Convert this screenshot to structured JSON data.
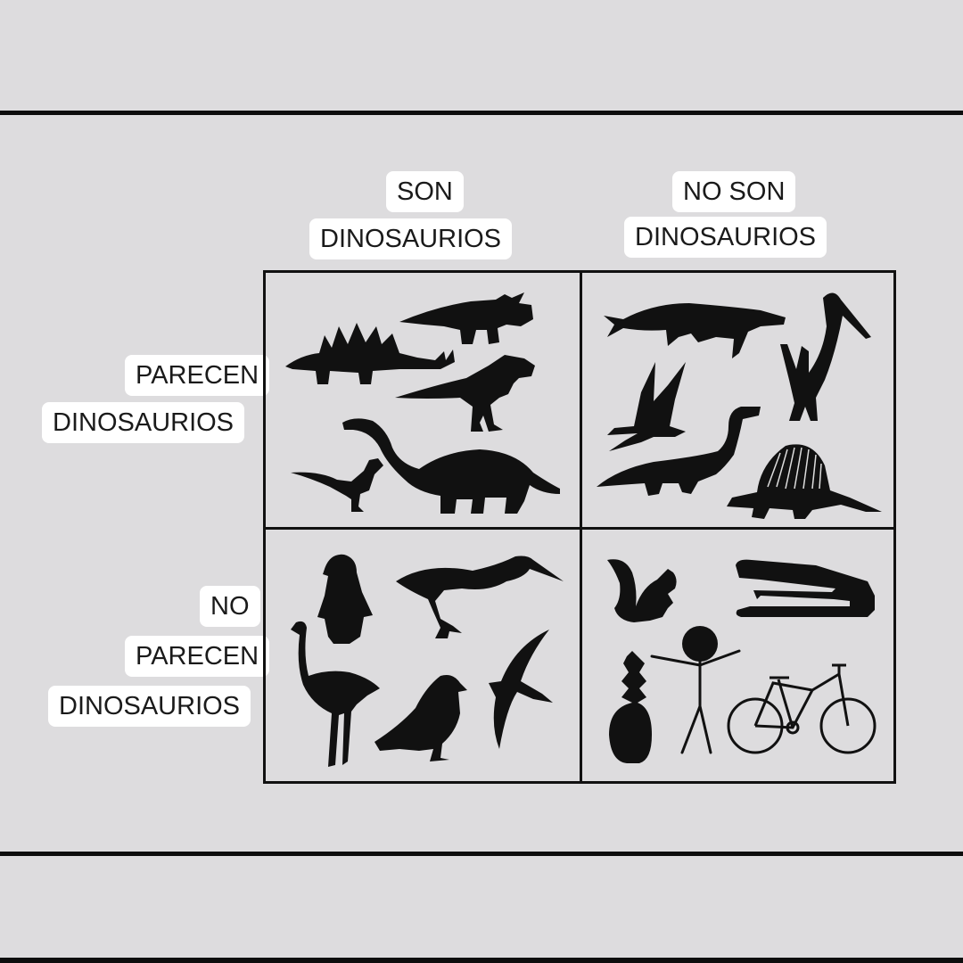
{
  "columns": [
    {
      "line1": "SON",
      "line2": "DINOSAURIOS"
    },
    {
      "line1": "NO SON",
      "line2": "DINOSAURIOS"
    }
  ],
  "rows": [
    {
      "line1": "PARECEN",
      "line2": "DINOSAURIOS"
    },
    {
      "line1": "NO",
      "line2": "PARECEN",
      "line3": "DINOSAURIOS"
    }
  ],
  "quadrants": {
    "top_left": {
      "items": [
        "stegosaurus",
        "triceratops",
        "tyrannosaurus",
        "velociraptor",
        "brachiosaurus"
      ]
    },
    "top_right": {
      "items": [
        "mosasaur",
        "quetzalcoatlus",
        "pteranodon",
        "plesiosaur",
        "dimetrodon"
      ]
    },
    "bottom_left": {
      "items": [
        "penguin",
        "heron",
        "ostrich",
        "pigeon",
        "seagull"
      ]
    },
    "bottom_right": {
      "items": [
        "squirrel",
        "stapler",
        "stick-figure",
        "pineapple",
        "bicycle"
      ]
    }
  },
  "colors": {
    "background": "#dddcde",
    "ink": "#111111",
    "label_bg": "#ffffff"
  },
  "chart_data": {
    "type": "table",
    "title": "",
    "columns": [
      "SON DINOSAURIOS",
      "NO SON DINOSAURIOS"
    ],
    "rows": [
      "PARECEN DINOSAURIOS",
      "NO PARECEN DINOSAURIOS"
    ],
    "cells": [
      [
        [
          "stegosaurus",
          "triceratops",
          "tyrannosaurus",
          "velociraptor",
          "brachiosaurus"
        ],
        [
          "mosasaur",
          "quetzalcoatlus",
          "pteranodon",
          "plesiosaur",
          "dimetrodon"
        ]
      ],
      [
        [
          "penguin",
          "heron",
          "ostrich",
          "pigeon",
          "seagull"
        ],
        [
          "squirrel",
          "stapler",
          "stick-figure",
          "pineapple",
          "bicycle"
        ]
      ]
    ]
  }
}
